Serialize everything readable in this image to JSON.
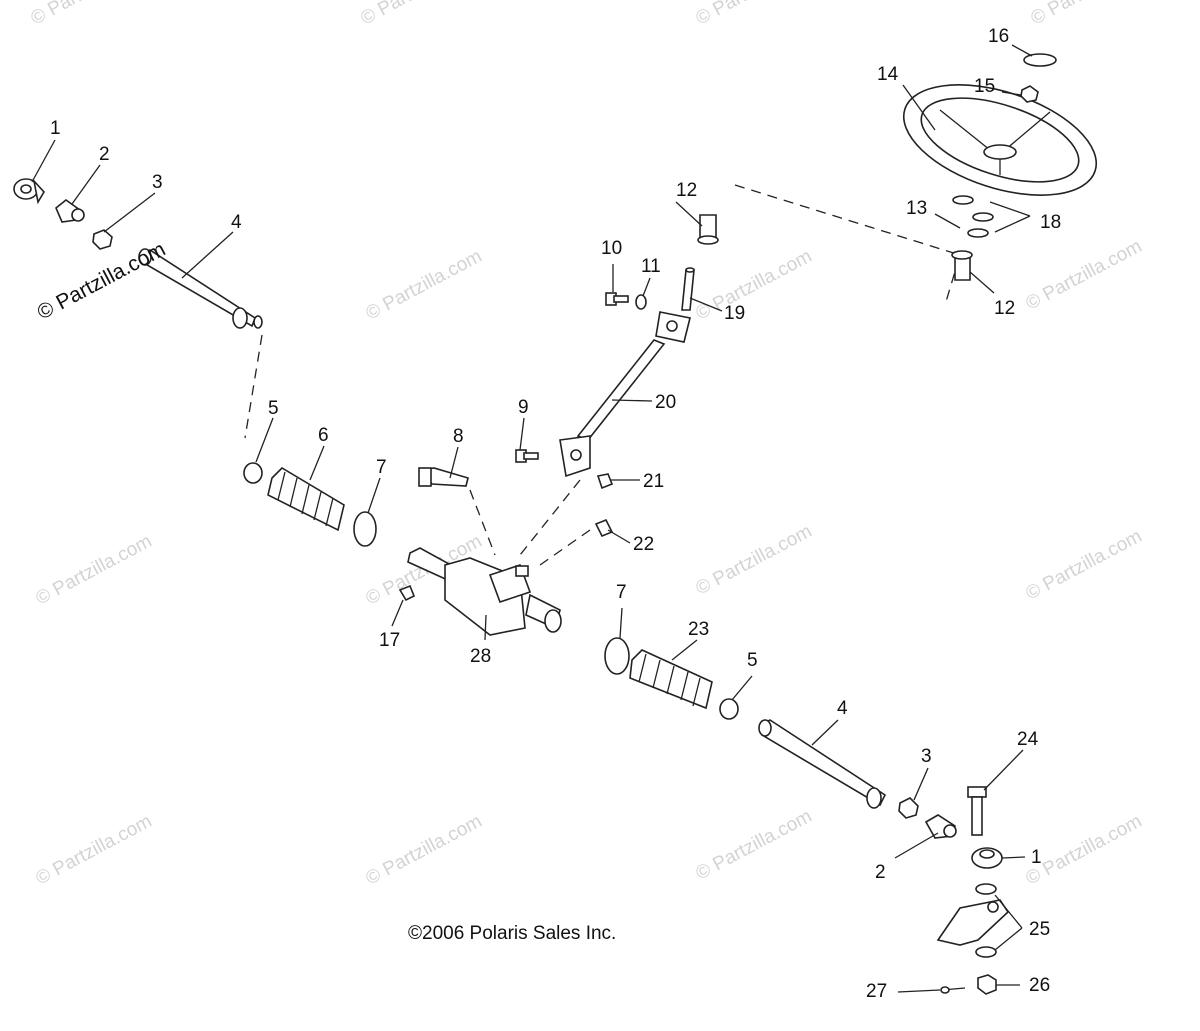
{
  "copyright": "©2006 Polaris Sales Inc.",
  "brand": "© Partzilla.com",
  "watermark": "© Partzilla.com",
  "callouts": [
    "1",
    "2",
    "3",
    "4",
    "5",
    "6",
    "7",
    "8",
    "9",
    "10",
    "11",
    "12",
    "13",
    "14",
    "15",
    "16",
    "17",
    "18",
    "19",
    "20",
    "21",
    "22",
    "23",
    "24",
    "25",
    "26",
    "27",
    "28"
  ],
  "colors": {
    "line": "#222222",
    "watermark": "#d3d3d3",
    "background": "#ffffff"
  }
}
